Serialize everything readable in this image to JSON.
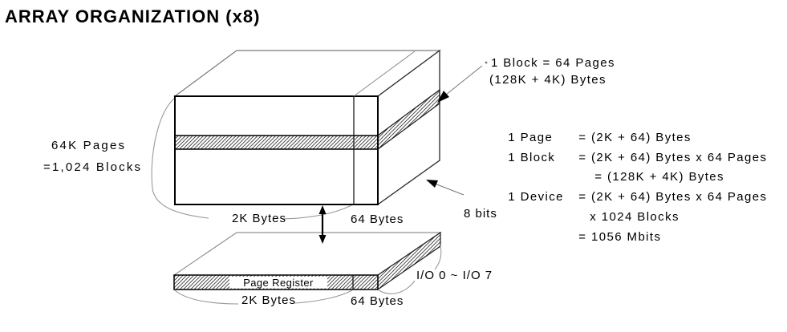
{
  "title": "ARRAY ORGANIZATION (x8)",
  "diagram": {
    "array_box": {
      "pages_label_line1": "64K Pages",
      "pages_label_line2": "=1,024 Blocks",
      "width_label": "2K Bytes",
      "spare_label": "64 Bytes",
      "bus_label": "8 bits"
    },
    "block_callout": {
      "line1": "1 Block = 64 Pages",
      "line2": "(128K + 4K) Bytes"
    },
    "page_register": {
      "label": "Page Register",
      "width_label": "2K Bytes",
      "spare_label": "64 Bytes",
      "io_label": "I/O 0 ~ I/O 7"
    },
    "equations": [
      {
        "label": "1 Page",
        "text": "= (2K + 64) Bytes"
      },
      {
        "label": "1 Block",
        "text": "= (2K + 64) Bytes x 64 Pages"
      },
      {
        "label": "",
        "text": "= (128K + 4K) Bytes"
      },
      {
        "label": "1 Device",
        "text": "= (2K + 64) Bytes x 64 Pages"
      },
      {
        "label": "",
        "text": "x 1024 Blocks"
      },
      {
        "label": "",
        "text": "= 1056 Mbits"
      }
    ]
  },
  "colors": {
    "ink": "#000000",
    "leader": "#8f8f8f",
    "background": "#ffffff"
  }
}
